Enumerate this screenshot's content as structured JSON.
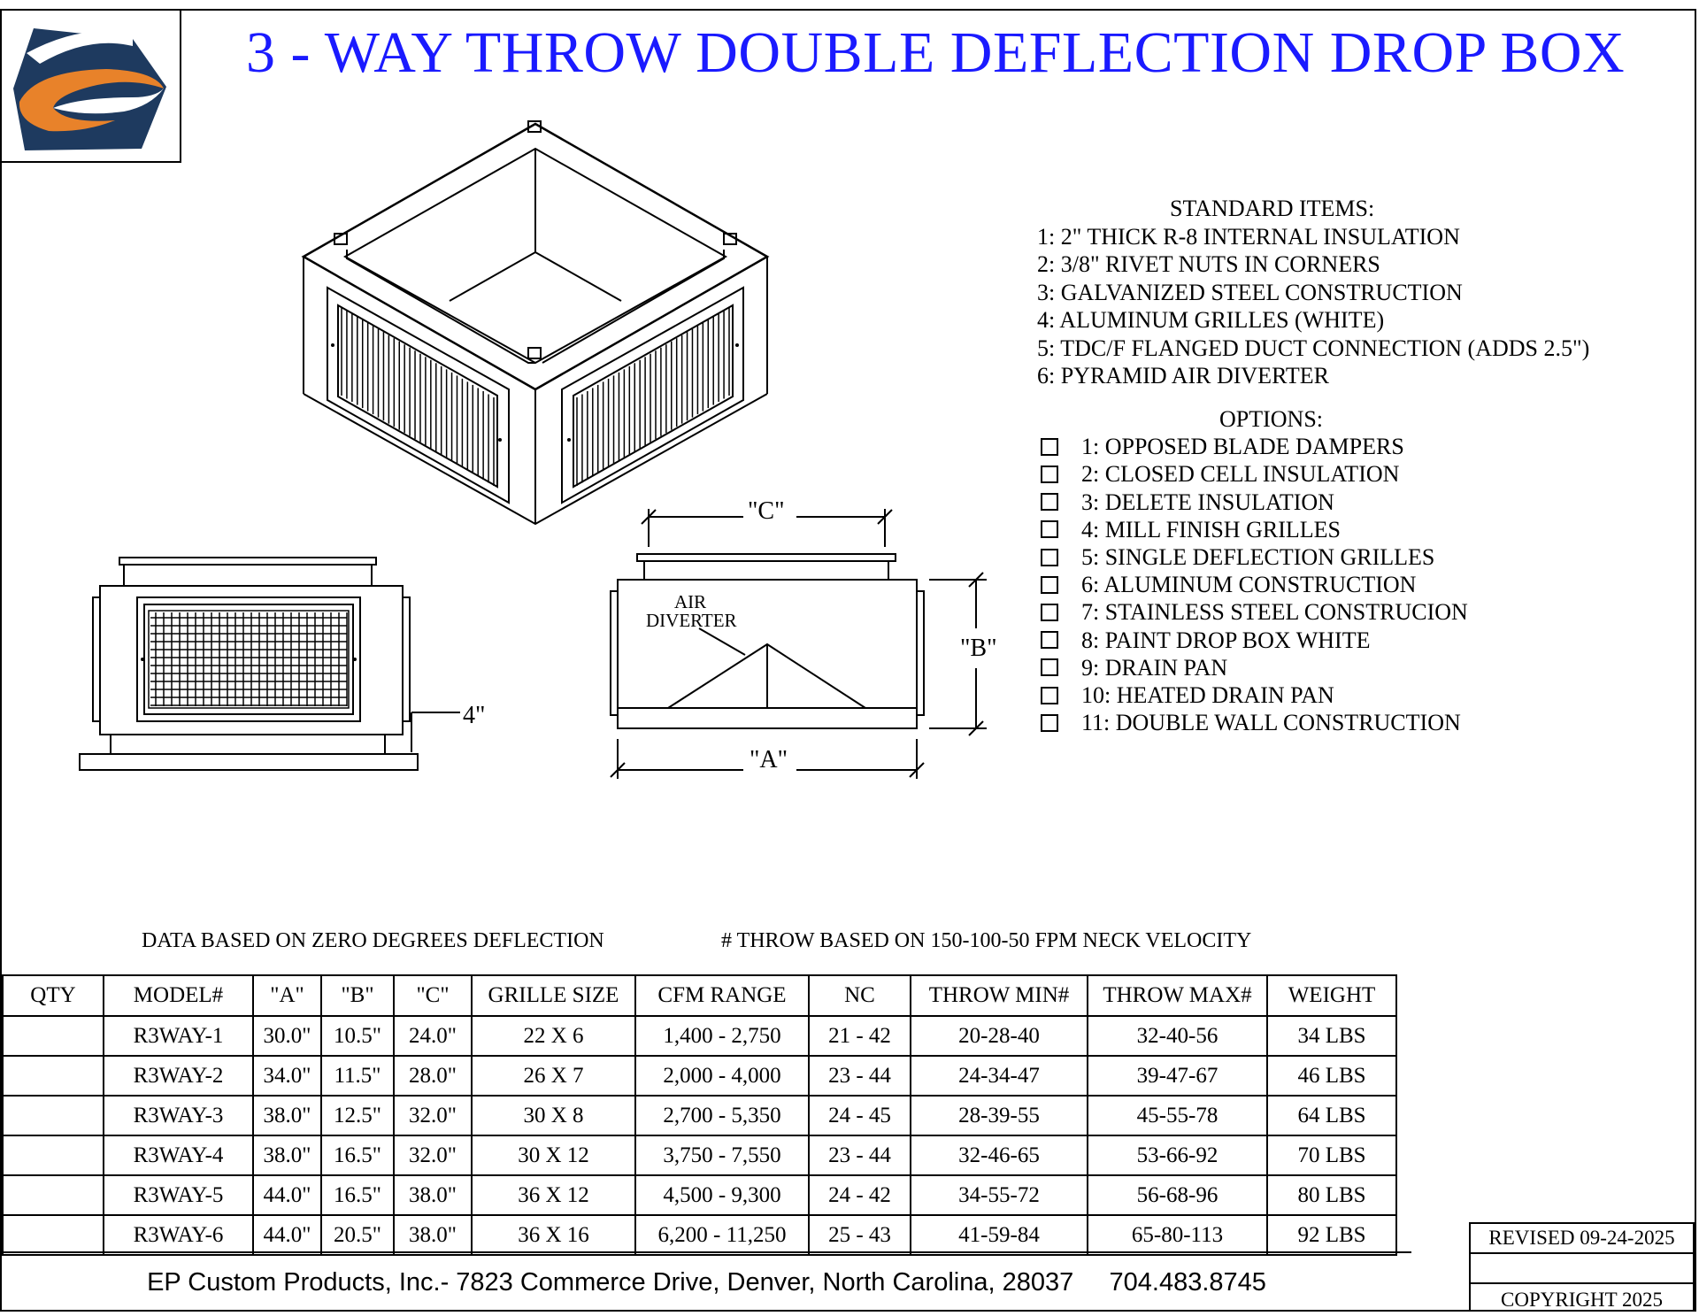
{
  "title": "3 - WAY THROW DOUBLE DEFLECTION DROP BOX",
  "standard_items": {
    "heading": "STANDARD ITEMS:",
    "items": [
      "1: 2\" THICK R-8 INTERNAL INSULATION",
      "2: 3/8\" RIVET NUTS IN CORNERS",
      "3: GALVANIZED STEEL CONSTRUCTION",
      "4: ALUMINUM GRILLES (WHITE)",
      "5: TDC/F FLANGED DUCT CONNECTION (ADDS 2.5\")",
      "6: PYRAMID AIR DIVERTER"
    ]
  },
  "options": {
    "heading": "OPTIONS:",
    "items": [
      "1: OPPOSED BLADE DAMPERS",
      "2: CLOSED CELL INSULATION",
      "3: DELETE INSULATION",
      "4: MILL FINISH GRILLES",
      "5: SINGLE DEFLECTION GRILLES",
      "6: ALUMINUM CONSTRUCTION",
      "7: STAINLESS STEEL CONSTRUCION",
      "8: PAINT DROP BOX WHITE",
      "9: DRAIN PAN",
      "10: HEATED DRAIN PAN",
      "11: DOUBLE WALL CONSTRUCTION"
    ]
  },
  "drawing_labels": {
    "dim_c": "\"C\"",
    "dim_b": "\"B\"",
    "dim_a": "\"A\"",
    "dim_4": "4\"",
    "air": "AIR",
    "diverter": "DIVERTER"
  },
  "notes": {
    "left": "DATA BASED ON ZERO DEGREES DEFLECTION",
    "right": "# THROW BASED ON 150-100-50 FPM NECK VELOCITY"
  },
  "table": {
    "headers": [
      "QTY",
      "MODEL#",
      "\"A\"",
      "\"B\"",
      "\"C\"",
      "GRILLE SIZE",
      "CFM RANGE",
      "NC",
      "THROW MIN#",
      "THROW MAX#",
      "WEIGHT"
    ],
    "rows": [
      [
        "",
        "R3WAY-1",
        "30.0\"",
        "10.5\"",
        "24.0\"",
        "22 X 6",
        "1,400 - 2,750",
        "21 - 42",
        "20-28-40",
        "32-40-56",
        "34 LBS"
      ],
      [
        "",
        "R3WAY-2",
        "34.0\"",
        "11.5\"",
        "28.0\"",
        "26 X 7",
        "2,000 - 4,000",
        "23 - 44",
        "24-34-47",
        "39-47-67",
        "46 LBS"
      ],
      [
        "",
        "R3WAY-3",
        "38.0\"",
        "12.5\"",
        "32.0\"",
        "30 X 8",
        "2,700 - 5,350",
        "24 - 45",
        "28-39-55",
        "45-55-78",
        "64 LBS"
      ],
      [
        "",
        "R3WAY-4",
        "38.0\"",
        "16.5\"",
        "32.0\"",
        "30 X 12",
        "3,750 - 7,550",
        "23 - 44",
        "32-46-65",
        "53-66-92",
        "70 LBS"
      ],
      [
        "",
        "R3WAY-5",
        "44.0\"",
        "16.5\"",
        "38.0\"",
        "36 X 12",
        "4,500 - 9,300",
        "24 - 42",
        "34-55-72",
        "56-68-96",
        "80 LBS"
      ],
      [
        "",
        "R3WAY-6",
        "44.0\"",
        "20.5\"",
        "38.0\"",
        "36 X 16",
        "6,200 - 11,250",
        "25 - 43",
        "41-59-84",
        "65-80-113",
        "92 LBS"
      ]
    ]
  },
  "footer": "EP Custom Products, Inc.- 7823 Commerce Drive, Denver, North Carolina, 28037     704.483.8745",
  "revision": {
    "revised": "REVISED 09-24-2025",
    "copyright": "COPYRIGHT 2025"
  },
  "colors": {
    "title": "#1a1aff",
    "logo_navy": "#1e3a5f",
    "logo_orange": "#e8822a"
  }
}
